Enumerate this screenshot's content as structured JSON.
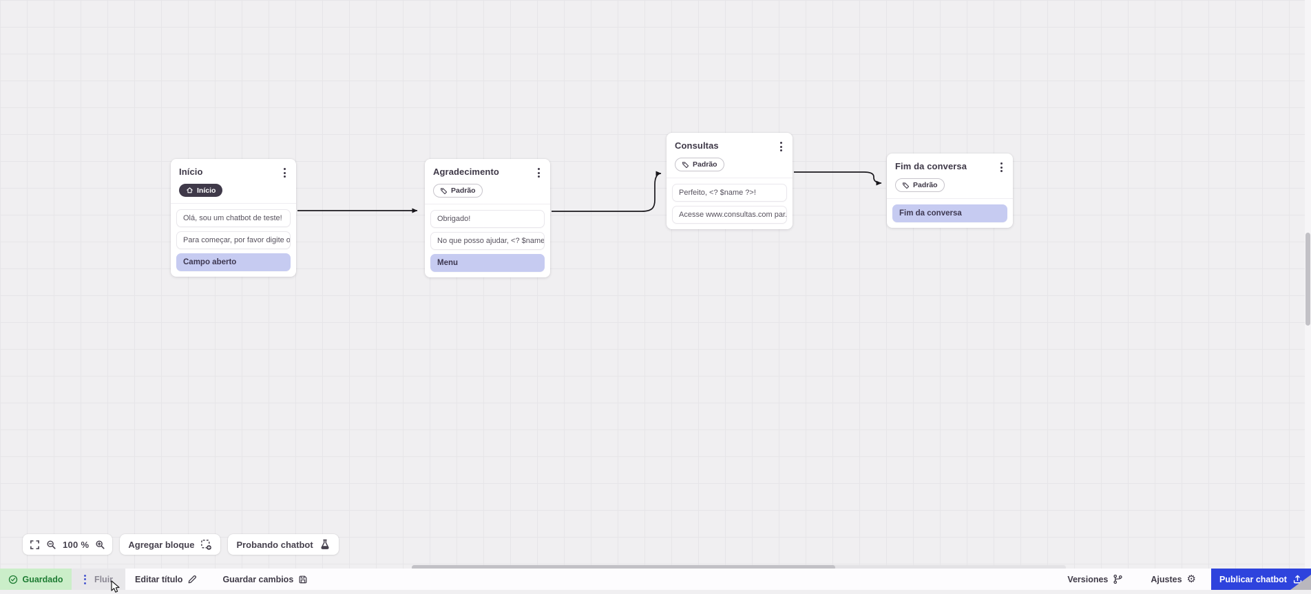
{
  "colors": {
    "accent": "#2e43dd",
    "highlight": "#c6cbf1",
    "saved-bg": "#cbeec9",
    "saved-text": "#1e7c33",
    "badge-dark": "#3f3949",
    "canvas-bg": "#f0eff1",
    "grid-line": "#e6e5e8"
  },
  "canvas": {
    "nodes": [
      {
        "title": "Início",
        "badge": "Início",
        "messages": [
          "Olá, sou um chatbot de teste!",
          "Para começar, por favor digite o ...",
          "Campo aberto"
        ]
      },
      {
        "title": "Agradecimento",
        "badge": "Padrão",
        "messages": [
          "Obrigado!",
          "No que posso ajudar, <? $name ...",
          "Menu"
        ]
      },
      {
        "title": "Consultas",
        "badge": "Padrão",
        "messages": [
          "Perfeito, <? $name ?>!",
          "Acesse www.consultas.com par..."
        ]
      },
      {
        "title": "Fim da conversa",
        "badge": "Padrão",
        "messages": [
          "Fim da conversa"
        ]
      }
    ]
  },
  "toolbar": {
    "zoom_value": "100 %",
    "add_block": "Agregar bloque",
    "test_chatbot": "Probando chatbot"
  },
  "footer": {
    "saved": "Guardado",
    "flow": "Fluir",
    "edit_title": "Editar título",
    "save_changes": "Guardar cambios",
    "versions": "Versiones",
    "settings": "Ajustes",
    "publish": "Publicar chatbot"
  }
}
